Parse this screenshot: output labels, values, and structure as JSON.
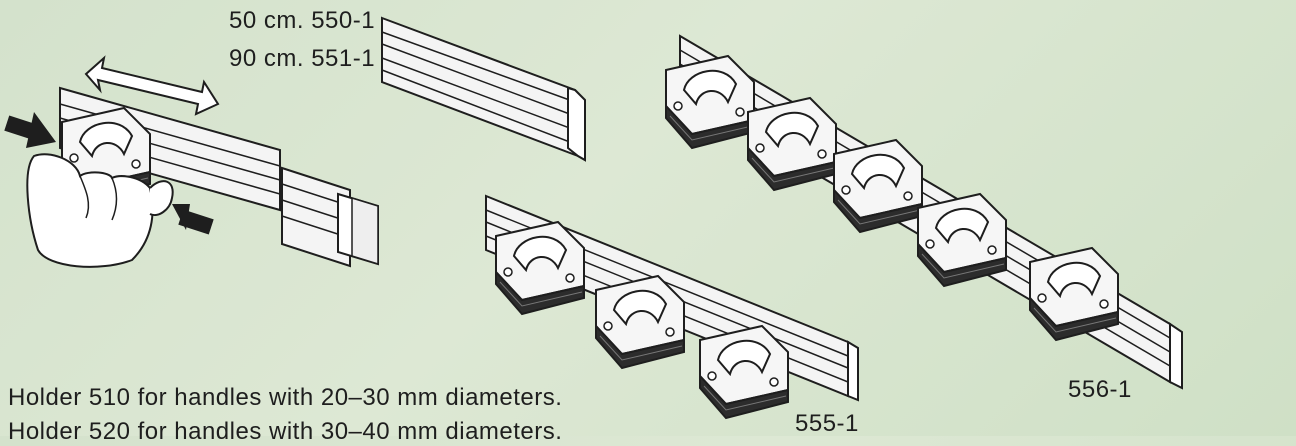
{
  "labels": {
    "rail_50": "50 cm. 550-1",
    "rail_90": "90 cm. 551-1",
    "set_556": "556-1",
    "set_555": "555-1",
    "holder_510": "Holder 510 for handles with 20–30 mm diameters.",
    "holder_520": "Holder 520 for handles with 30–40 mm diameters."
  },
  "colors": {
    "rail": "#f4f4f4",
    "holder_body": "#2c2c2c",
    "outline": "#1e1e1e",
    "background": "#d8e6d0"
  },
  "icons": [
    "slide-arrow-icon",
    "push-arrow-left-icon",
    "push-arrow-right-icon",
    "hand-icon"
  ]
}
